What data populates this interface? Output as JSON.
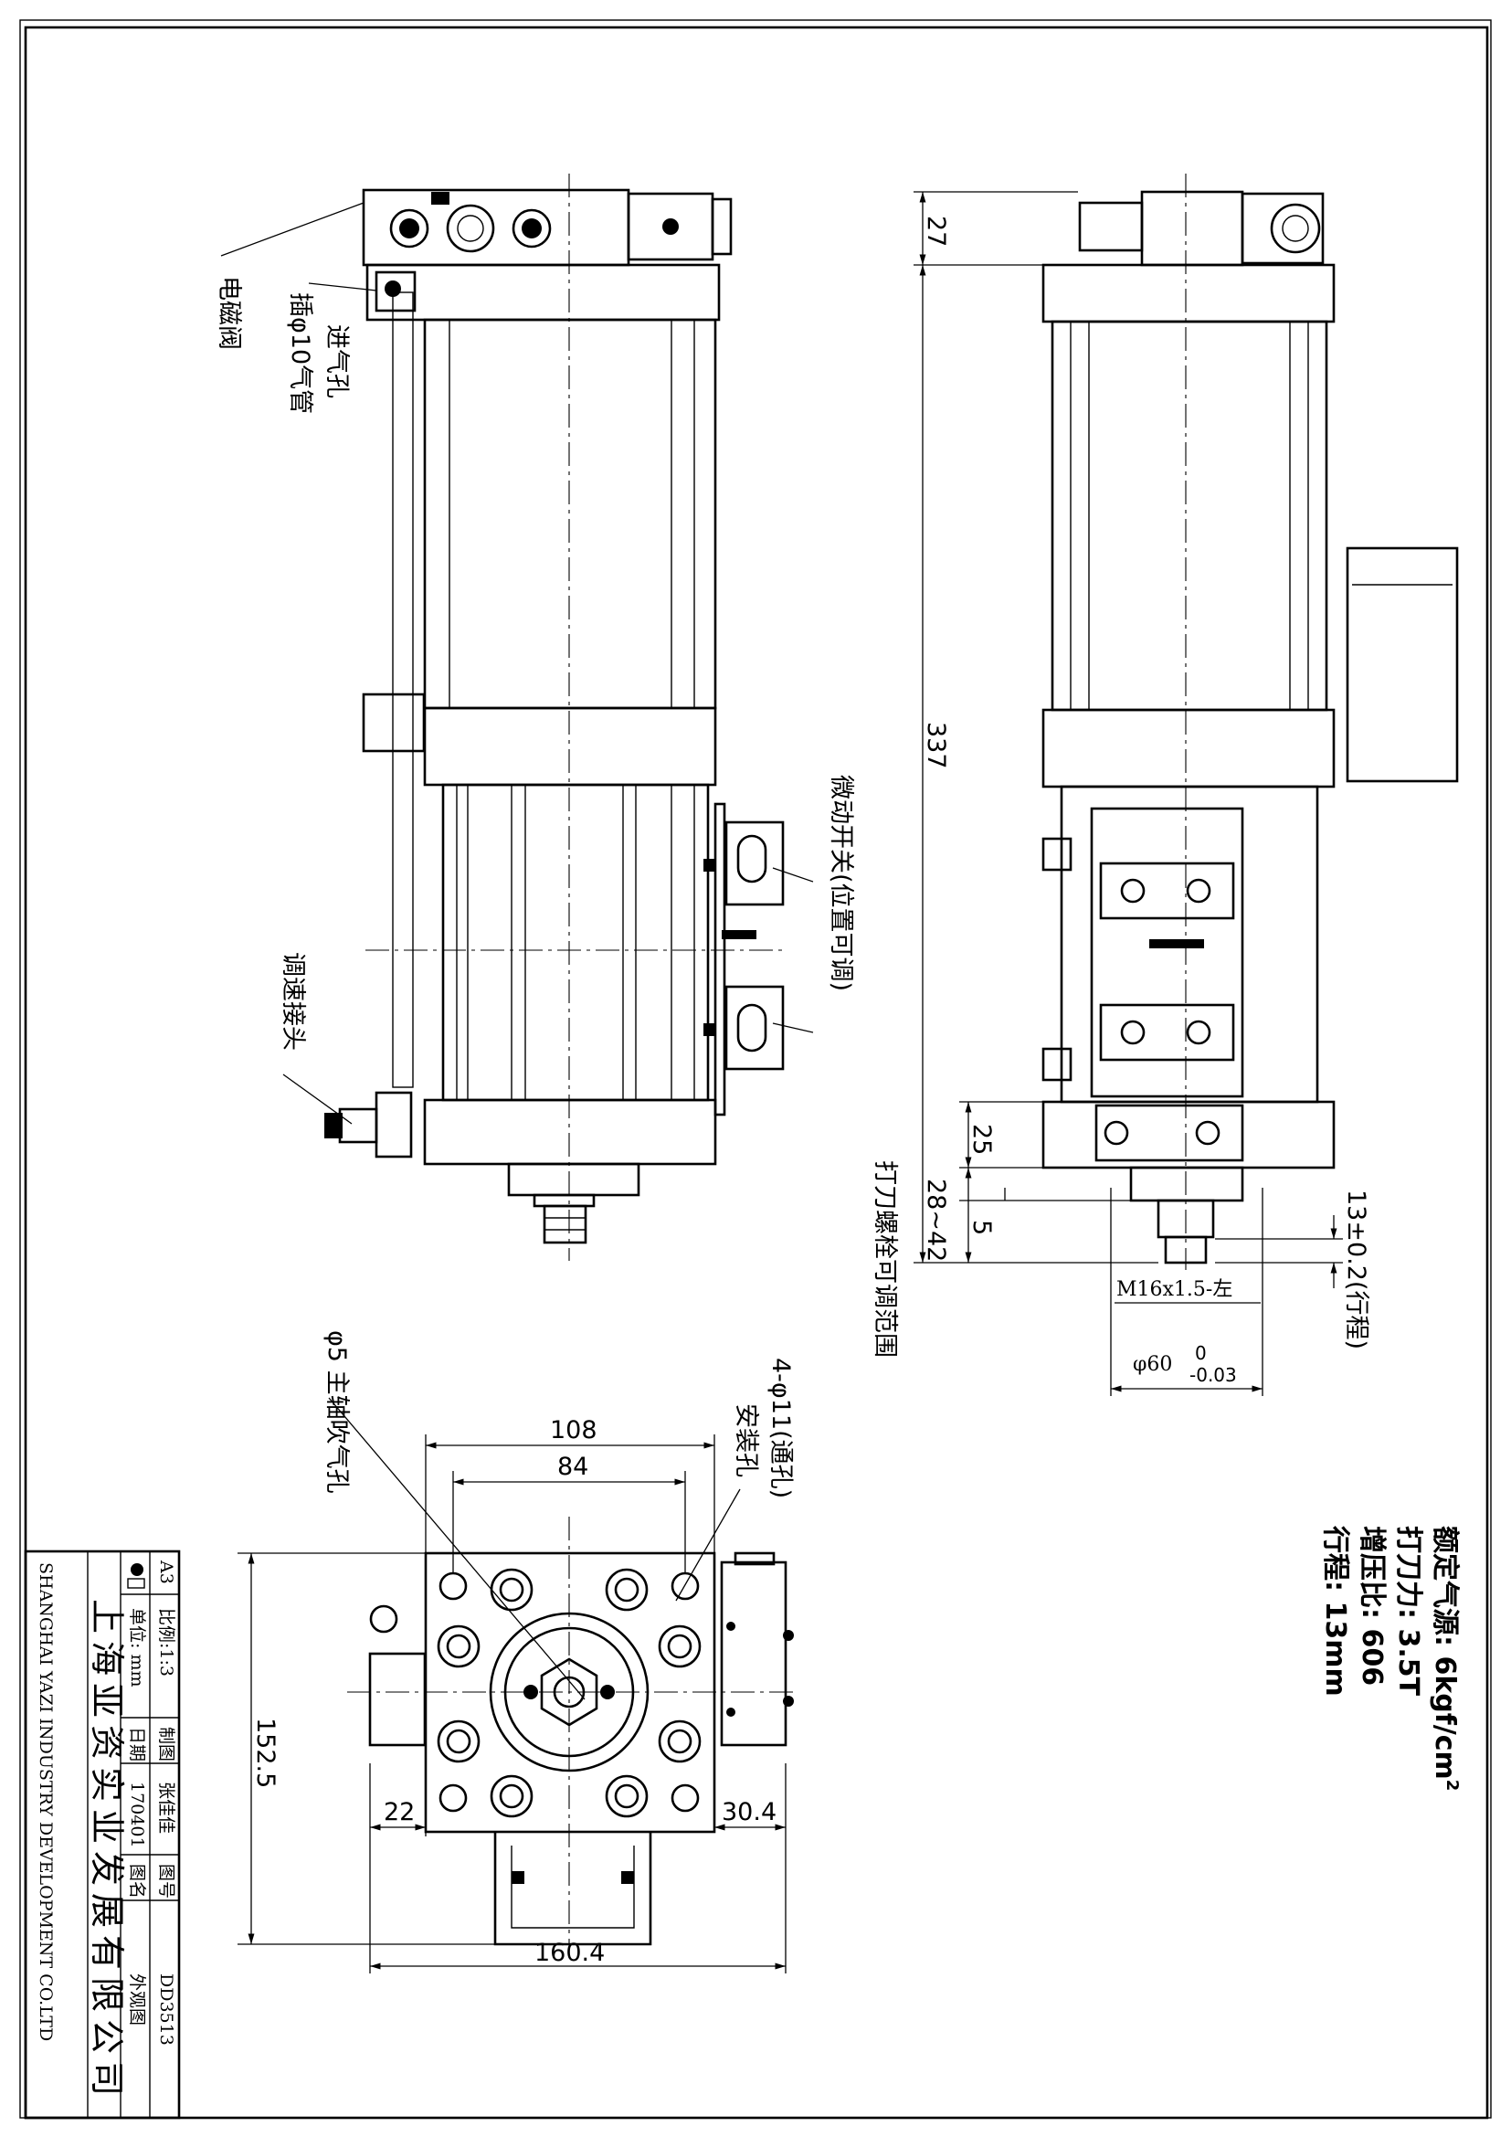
{
  "side_view_labels": {
    "solenoid_valve": "电磁阀",
    "air_inlet": "进气孔",
    "air_inlet_spec": "插φ10气管",
    "speed_connector": "调速接头",
    "micro_switch": "微动开关(位置可调)"
  },
  "front_view_dims": {
    "top": "27",
    "length": "337",
    "bottom_a": "25",
    "bottom_b": "5",
    "range": "28~42",
    "range_label": "打刀螺栓可调范围",
    "stroke": "13±0.2(行程)",
    "thread": "M16x1.5-左",
    "shaft_diameter": "φ60",
    "shaft_tol_upper": "0",
    "shaft_tol_lower": "-0.03"
  },
  "bottom_view_dims": {
    "bolt_pattern_outer": "108",
    "bolt_pattern_inner": "84",
    "height": "152.5",
    "left_offset": "22",
    "right_offset": "30.4",
    "width": "160.4",
    "mount_holes": "4-φ11(通孔)",
    "mount_holes_desc": "安装孔",
    "blow_hole": "φ5 主轴吹气孔"
  },
  "specs": {
    "line1_prefix": "额定气源: 6kgf/cm",
    "line1_sup": "2",
    "line2": "打刀力: 3.5T",
    "line3": "增压比: 606",
    "line4": "行程: 13mm"
  },
  "title_block": {
    "company_cn": "上海亚资实业发展有限公司",
    "company_en": "SHANGHAI YAZI INDUSTRY DEVELOPMENT CO.LTD",
    "paper_size": "A3",
    "scale": "比例:1:3",
    "drawn_by_label": "制图",
    "drawn_by": "张佳佳",
    "drawing_no_label": "图号",
    "drawing_no": "DD3513",
    "unit": "单位: mm",
    "date_label": "日期",
    "date": "170401",
    "name_label": "图名",
    "name": "外观图"
  }
}
